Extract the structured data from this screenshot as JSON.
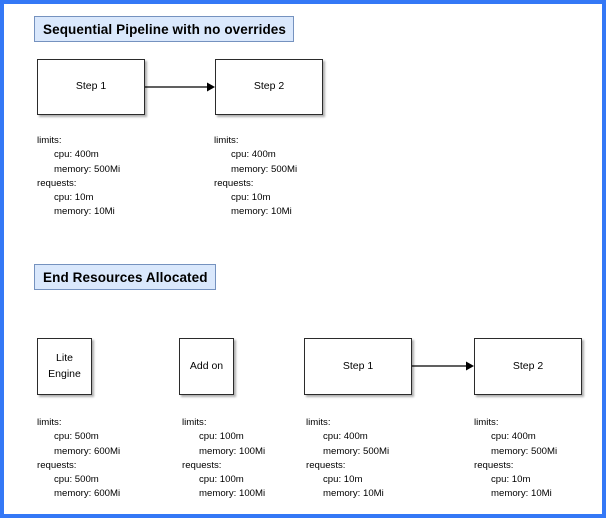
{
  "frame": {
    "border_color": "#3478f6",
    "background": "#ffffff"
  },
  "palette": {
    "badge_fill": "#dae8fc",
    "badge_border": "#7592bf",
    "node_border": "#2b2b2b",
    "node_fill": "#ffffff",
    "arrow_color": "#000000",
    "text_color": "#000000"
  },
  "sections": [
    {
      "id": "sequential-pipeline",
      "title": "Sequential Pipeline with no overrides",
      "nodes": [
        {
          "id": "top-step-1",
          "lines": [
            "Step 1"
          ]
        },
        {
          "id": "top-step-2",
          "lines": [
            "Step 2"
          ]
        }
      ],
      "connectors": [
        {
          "id": "top-step1-to-step2",
          "from": "Step 1",
          "to": "Step 2",
          "style": "solid-arrow"
        }
      ],
      "specs": [
        {
          "id": "spec-top-step-1",
          "for": "Step 1",
          "limits_label": "limits:",
          "limits": {
            "cpu": "cpu: 400m",
            "memory": "memory: 500Mi"
          },
          "requests_label": "requests:",
          "requests": {
            "cpu": "cpu: 10m",
            "memory": "memory: 10Mi"
          }
        },
        {
          "id": "spec-top-step-2",
          "for": "Step 2",
          "limits_label": "limits:",
          "limits": {
            "cpu": "cpu: 400m",
            "memory": "memory: 500Mi"
          },
          "requests_label": "requests:",
          "requests": {
            "cpu": "cpu: 10m",
            "memory": "memory: 10Mi"
          }
        }
      ]
    },
    {
      "id": "end-resources-allocated",
      "title": "End Resources Allocated",
      "nodes": [
        {
          "id": "bottom-lite-engine",
          "lines": [
            "Lite",
            "Engine"
          ]
        },
        {
          "id": "bottom-add-on",
          "lines": [
            "Add on"
          ]
        },
        {
          "id": "bottom-step-1",
          "lines": [
            "Step 1"
          ]
        },
        {
          "id": "bottom-step-2",
          "lines": [
            "Step 2"
          ]
        }
      ],
      "connectors": [
        {
          "id": "bottom-step1-to-step2",
          "from": "Step 1",
          "to": "Step 2",
          "style": "solid-arrow"
        }
      ],
      "specs": [
        {
          "id": "spec-lite-engine",
          "for": "Lite Engine",
          "limits_label": "limits:",
          "limits": {
            "cpu": "cpu: 500m",
            "memory": "memory: 600Mi"
          },
          "requests_label": "requests:",
          "requests": {
            "cpu": "cpu: 500m",
            "memory": "memory: 600Mi"
          }
        },
        {
          "id": "spec-add-on",
          "for": "Add on",
          "limits_label": "limits:",
          "limits": {
            "cpu": "cpu: 100m",
            "memory": "memory: 100Mi"
          },
          "requests_label": "requests:",
          "requests": {
            "cpu": "cpu: 100m",
            "memory": "memory: 100Mi"
          }
        },
        {
          "id": "spec-bottom-step-1",
          "for": "Step 1",
          "limits_label": "limits:",
          "limits": {
            "cpu": "cpu: 400m",
            "memory": "memory: 500Mi"
          },
          "requests_label": "requests:",
          "requests": {
            "cpu": "cpu: 10m",
            "memory": "memory: 10Mi"
          }
        },
        {
          "id": "spec-bottom-step-2",
          "for": "Step 2",
          "limits_label": "limits:",
          "limits": {
            "cpu": "cpu: 400m",
            "memory": "memory: 500Mi"
          },
          "requests_label": "requests:",
          "requests": {
            "cpu": "cpu: 10m",
            "memory": "memory: 10Mi"
          }
        }
      ]
    }
  ]
}
